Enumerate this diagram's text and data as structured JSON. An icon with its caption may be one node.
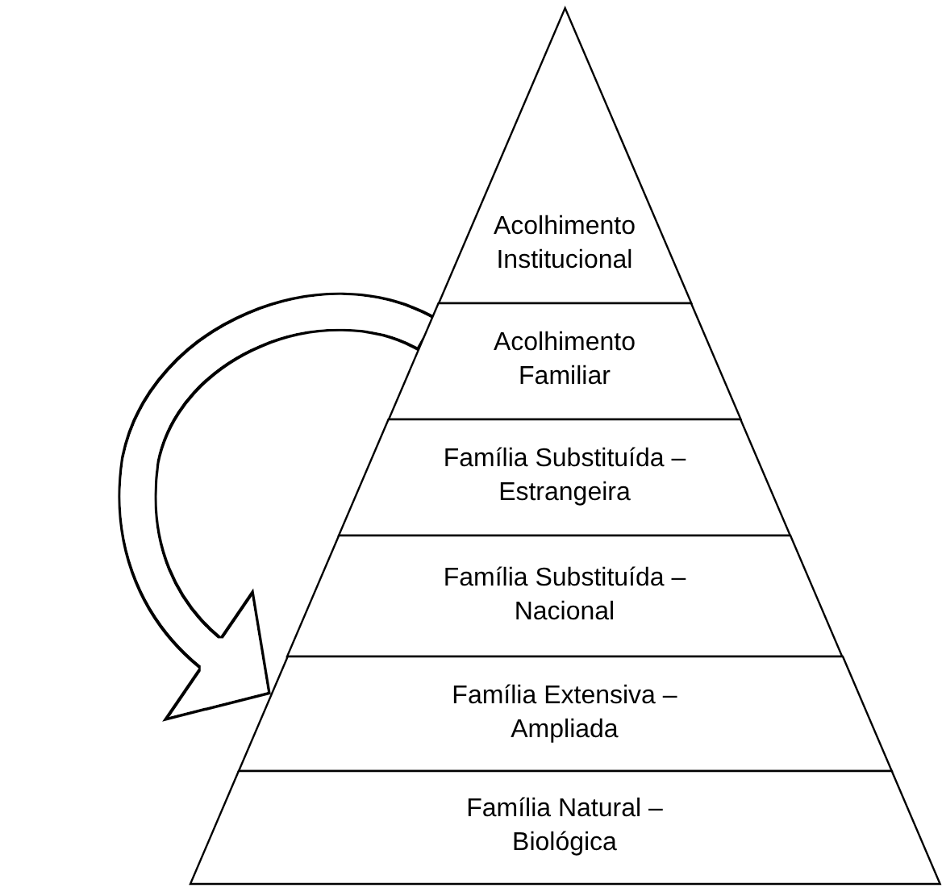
{
  "diagram": {
    "nodes": [
      {
        "text": [
          "Acolhimento Institucional"
        ]
      },
      {
        "text": [
          "Acolhimento Familiar"
        ]
      },
      {
        "text": [
          "Família Substituída – Estrangeira"
        ]
      },
      {
        "text": [
          "Família Substituída – Nacional"
        ]
      },
      {
        "text": [
          "Família Extensiva – Ampliada"
        ]
      },
      {
        "text": [
          "Família Natural – Biológica"
        ]
      }
    ],
    "edges": [
      {
        "from": 1,
        "to": 4,
        "arrow": "to"
      }
    ]
  }
}
